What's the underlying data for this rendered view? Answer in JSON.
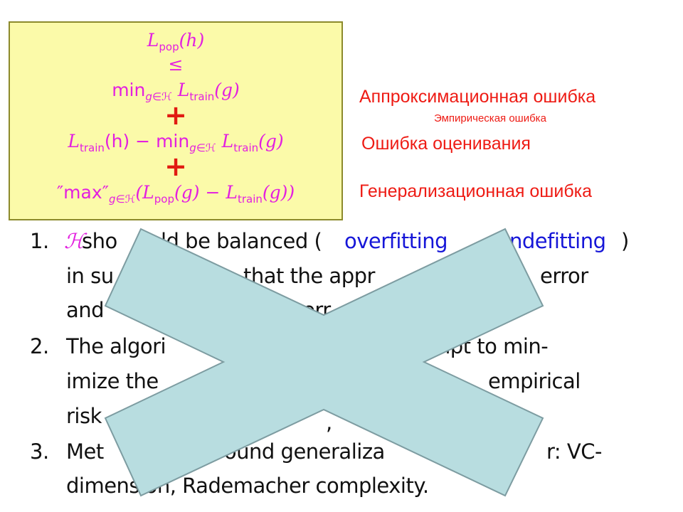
{
  "formula": {
    "line1": "L",
    "line1_sub": "pop",
    "line1_arg": "(h)",
    "leq": "≤",
    "line3_min": "min",
    "line3_sub": "g∈ℋ",
    "line3_L": "L",
    "line3_Lsub": "train",
    "line3_arg": "(g)",
    "plus": "+",
    "line5": "L",
    "line5_sub": "train",
    "line5_mid": "(h) − min",
    "line5_sub2": "g∈ℋ",
    "line5_L": "L",
    "line5_Lsub": "train",
    "line5_arg": "(g)",
    "line7_pre": "″max″",
    "line7_sub": "g∈ℋ",
    "line7_a": "(L",
    "line7_asub": "pop",
    "line7_b": "(g) − L",
    "line7_bsub": "train",
    "line7_c": "(g))"
  },
  "labels": {
    "approximation": "Аппроксимационная ошибка",
    "empirical": "Эмпирическая ошибка",
    "estimation": "Ошибка оценивания",
    "generalization": "Генерализационная ошибка"
  },
  "list": {
    "n1": "1.",
    "n2": "2.",
    "n3": "3.",
    "l1_H": "ℋ",
    "l1_a": "sho",
    "l1_b": "ld be balanced (",
    "l1_blue1": "overfitting",
    "l1_blue2": "ndefitting",
    "l1_c": ")",
    "l2_a": "in su",
    "l2_b": "that the appr",
    "l2_c": "error",
    "l3_a": "and",
    "l3_b": "err",
    "l4_a": "The algori",
    "l4_b": "mpt to min-",
    "l5_a": "imize the",
    "l5_b": "empirical",
    "l6_a": "risk",
    "l6_b": ",",
    "l7_a": "Met",
    "l7_b": "bound generaliza",
    "l7_c": "r: VC-",
    "l8": "dimension, Rademacher complexity."
  },
  "colors": {
    "cross_fill": "#b8dde0",
    "cross_stroke": "#7d9ca1",
    "box": "#fbfaa9",
    "label_red": "#ee1b14"
  }
}
